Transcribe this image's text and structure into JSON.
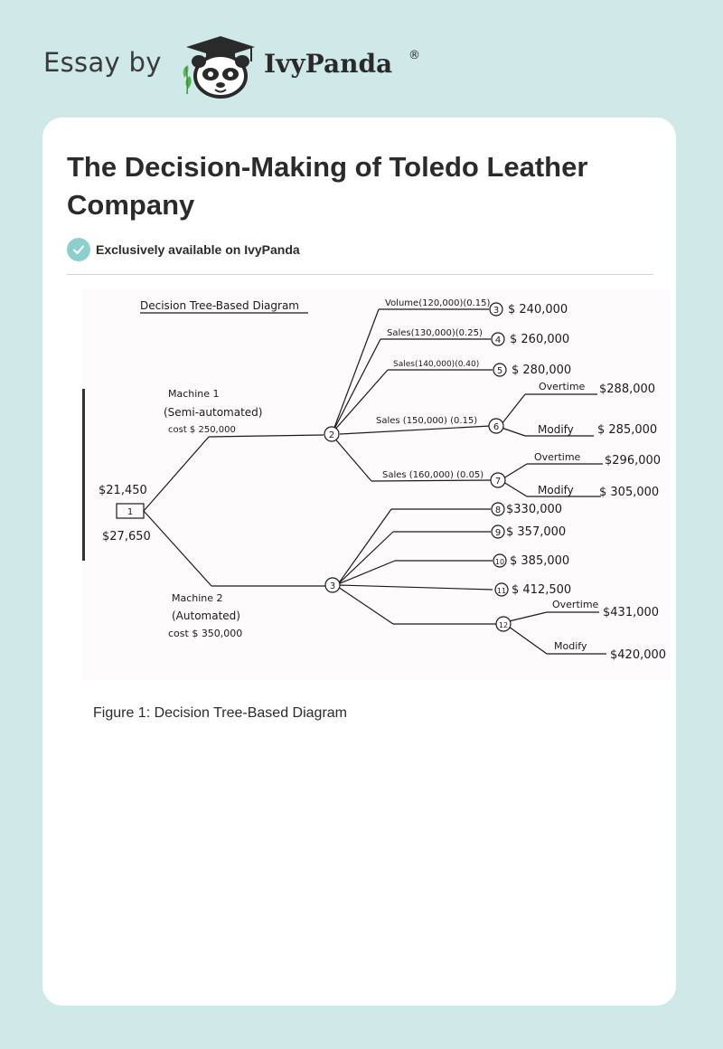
{
  "brand": {
    "prefix": "Essay by",
    "name": "IvyPanda",
    "registered": "®"
  },
  "article": {
    "title": "The Decision-Making of Toledo Leather Company",
    "badge": "Exclusively available on IvyPanda"
  },
  "figure": {
    "caption": "Figure 1: Decision Tree-Based Diagram",
    "diagram": {
      "heading": "Decision Tree-Based Diagram",
      "root": {
        "id": "1",
        "value_top": "$21,450",
        "value_bottom": "$27,650"
      },
      "machine1": {
        "line1": "Machine 1",
        "line2": "(Semi-automated)",
        "line3": "cost $ 250,000",
        "node": "2"
      },
      "machine2": {
        "line1": "Machine 2",
        "line2": "(Automated)",
        "line3": "cost $ 350,000",
        "node": "3"
      },
      "m1_branches": [
        {
          "label": "Volume(120,000)(0.15)",
          "node": "3",
          "value": "$ 240,000"
        },
        {
          "label": "Sales(130,000)(0.25)",
          "node": "4",
          "value": "$ 260,000"
        },
        {
          "label": "Sales(140,000)(0.40)",
          "node": "5",
          "value": "$ 280,000"
        },
        {
          "label": "Sales (150,000) (0.15)",
          "node": "6",
          "options": [
            {
              "label": "Overtime",
              "value": "$288,000"
            },
            {
              "label": "Modify",
              "value": "$ 285,000"
            }
          ]
        },
        {
          "label": "Sales (160,000) (0.05)",
          "node": "7",
          "options": [
            {
              "label": "Overtime",
              "value": "$296,000"
            },
            {
              "label": "Modify",
              "value": "$ 305,000"
            }
          ]
        }
      ],
      "m2_branches": [
        {
          "node": "8",
          "value": "$330,000"
        },
        {
          "node": "9",
          "value": "$ 357,000"
        },
        {
          "node": "10",
          "value": "$ 385,000"
        },
        {
          "node": "11",
          "value": "$ 412,500"
        },
        {
          "node": "12",
          "options": [
            {
              "label": "Overtime",
              "value": "$431,000"
            },
            {
              "label": "Modify",
              "value": "$420,000"
            }
          ]
        }
      ]
    }
  }
}
